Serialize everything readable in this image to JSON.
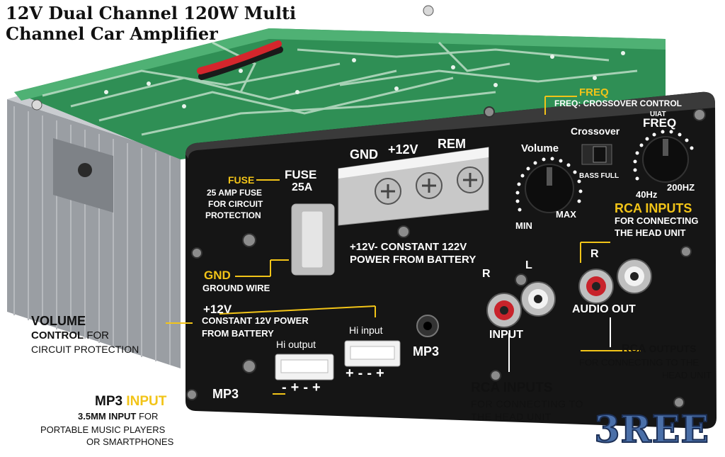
{
  "title": "12V Dual Channel 120W Multi Channel Car Amplifier",
  "panel": {
    "gnd": "GND",
    "v12": "+12V",
    "rem": "REM",
    "fuse_title": "FUSE",
    "fuse_rating": "25A",
    "power_note_1": "+12V- CONSTANT 122V",
    "power_note_2": "POWER FROM BATTERY",
    "volume": "Volume",
    "min": "MIN",
    "max": "MAX",
    "crossover": "Crossover",
    "bass_full": "BASS FULL",
    "freq": "FREQ",
    "hz40": "40Hz",
    "hz200": "200HZ",
    "input_r": "R",
    "input_l": "L",
    "input": "INPUT",
    "out_r": "R",
    "audio_out": "AUDIO OUT",
    "mp3_jack": "MP3",
    "hi_output": "Hi output",
    "hi_input": "Hi input",
    "hi_output_pins": "-+-+",
    "hi_input_pins": "+--+"
  },
  "callouts": {
    "freq_title": "FREQ",
    "freq_desc_1": "FREQ:  CROSSOVER CONTROL",
    "freq_desc_2": "UIAT",
    "fuse_label": "FUSE",
    "fuse_desc_1": "25 AMP FUSE",
    "fuse_desc_2": "FOR CIRCUIT",
    "fuse_desc_3": "PROTECTION",
    "gnd_label": "GND",
    "gnd_desc": "GROUND WIRE",
    "v12_label": "+12V",
    "v12_desc_1": "CONSTANT 12V POWER",
    "v12_desc_2": "FROM BATTERY",
    "rca_in_top_title": "RCA INPUTS",
    "rca_in_top_desc_1": "FOR CONNECTING",
    "rca_in_top_desc_2": "THE HEAD UNIT",
    "volume_title": "VOLUME",
    "volume_sub_bold": "CONTROL",
    "volume_sub_rest": " FOR",
    "volume_desc": "CIRCUIT PROTECTION",
    "mp3_title_a": "MP3",
    "mp3_title_b": " INPUT",
    "mp3_arrow_label": "MP3",
    "mp3_sub_bold": "3.5MM INPUT",
    "mp3_sub_rest": " FOR",
    "mp3_desc_1": "PORTABLE MUSIC PLAYERS",
    "mp3_desc_2": "OR SMARTPHONES",
    "rca_in_bottom_title": "RCA INPUTS",
    "rca_in_bottom_desc_1": "FOR CONNECTING TO",
    "rca_in_bottom_desc_2": "THE HEAD UNIT",
    "rca_out_title_a": "RCA",
    "rca_out_title_b": " OUTPUTS",
    "rca_out_desc_1": "FOR CONNECTING TO THE",
    "rca_out_desc_2": "HEAD UNIT"
  },
  "brand": "3REE",
  "colors": {
    "accent_yellow": "#f2c418",
    "panel_black": "#151515",
    "pcb_green": "#2f8f55",
    "rca_red": "#c8232b",
    "brand_blue": "#4a6fa8"
  }
}
